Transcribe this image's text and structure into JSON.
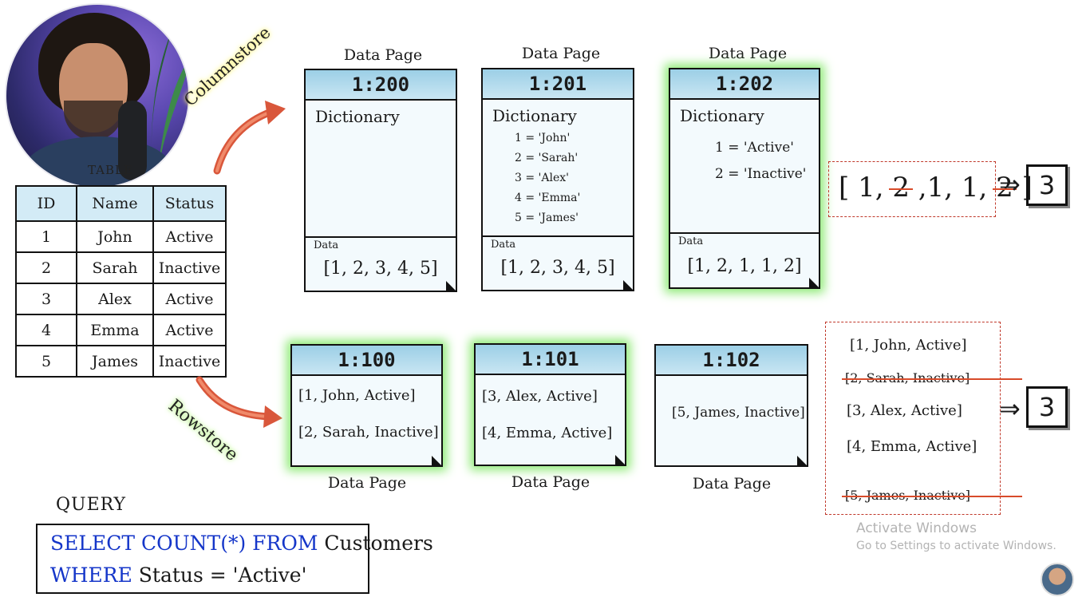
{
  "table": {
    "title": "TABLE",
    "headers": [
      "ID",
      "Name",
      "Status"
    ],
    "rows": [
      [
        "1",
        "John",
        "Active"
      ],
      [
        "2",
        "Sarah",
        "Inactive"
      ],
      [
        "3",
        "Alex",
        "Active"
      ],
      [
        "4",
        "Emma",
        "Active"
      ],
      [
        "5",
        "James",
        "Inactive"
      ]
    ]
  },
  "labels": {
    "columnstore": "Columnstore",
    "rowstore": "Rowstore",
    "data_page": "Data Page"
  },
  "column_pages": [
    {
      "id": "1:200",
      "dict_label": "Dictionary",
      "dict": [],
      "data_label": "Data",
      "data": "[1, 2, 3, 4, 5]"
    },
    {
      "id": "1:201",
      "dict_label": "Dictionary",
      "dict": [
        "1 = 'John'",
        "2 = 'Sarah'",
        "3 = 'Alex'",
        "4 = 'Emma'",
        "5 = 'James'"
      ],
      "data_label": "Data",
      "data": "[1, 2, 3, 4, 5]"
    },
    {
      "id": "1:202",
      "dict_label": "Dictionary",
      "dict": [
        "1 = 'Active'",
        "2 = 'Inactive'"
      ],
      "data_label": "Data",
      "data": "[1, 2, 1, 1, 2]"
    }
  ],
  "row_pages": [
    {
      "id": "1:100",
      "rows": [
        "[1, John, Active]",
        "[2, Sarah, Inactive]"
      ]
    },
    {
      "id": "1:101",
      "rows": [
        "[3, Alex, Active]",
        "[4, Emma, Active]"
      ]
    },
    {
      "id": "1:102",
      "rows": [
        "[5, James, Inactive]"
      ]
    }
  ],
  "column_result": {
    "open": "[",
    "items": [
      "1,",
      "2",
      ",1,",
      "1,",
      "2",
      "]"
    ],
    "arrow": "⇒",
    "count": "3"
  },
  "row_result": {
    "rows": [
      "[1, John, Active]",
      "[2, Sarah, Inactive]",
      "[3, Alex, Active]",
      "[4, Emma, Active]",
      "[5, James, Inactive]"
    ],
    "arrow": "⇒",
    "count": "3"
  },
  "query": {
    "label": "QUERY",
    "line1_kw1": "SELECT COUNT(*) FROM",
    "line1_rest": "Customers",
    "line2_kw": "WHERE",
    "line2_rest": "Status = 'Active'"
  },
  "watermark": {
    "line1": "Activate Windows",
    "line2": "Go to Settings to activate Windows."
  },
  "colors": {
    "page_header": "#9ccfe6",
    "glow": "#8fea77",
    "keyword": "#1536c9",
    "strike": "#d84b2a"
  }
}
